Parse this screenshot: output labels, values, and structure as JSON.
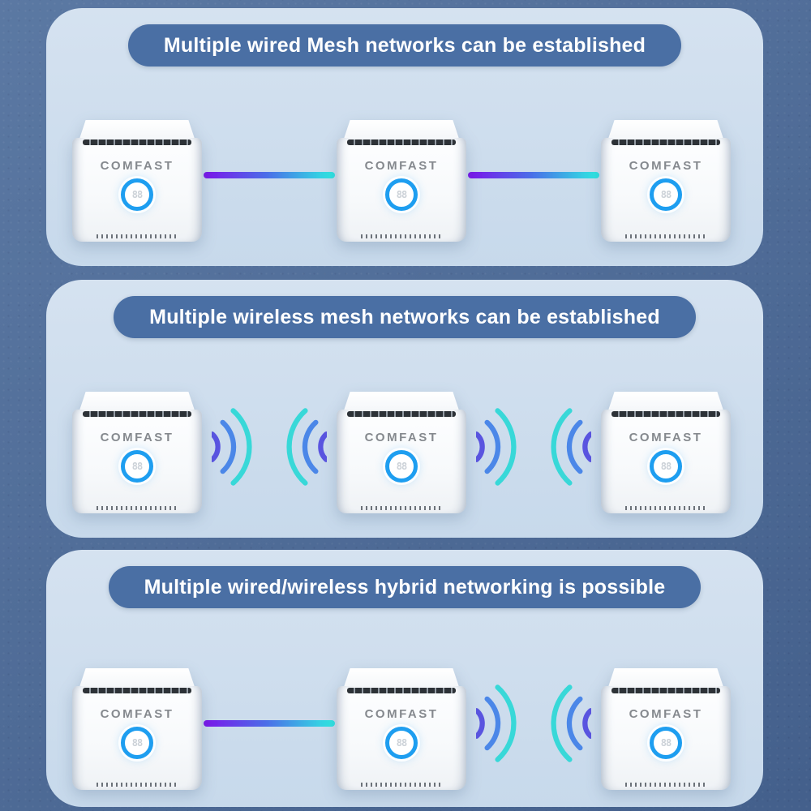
{
  "colors": {
    "outer-bg": "#4d6d9b",
    "panel-top": "#d5e2f0",
    "panel-bottom": "#c7d9eb",
    "pill-bg": "#4a6fa4",
    "pill-text": "#ffffff",
    "wire-start": "#7a18ea",
    "wire-mid": "#4b6ee8",
    "wire-end": "#31e2e2",
    "wave-inner": "#5a55e0",
    "wave-mid": "#4b87e8",
    "wave-outer": "#38d8d8",
    "led-ring": "#1e9ef0",
    "brand-color": "#85898e"
  },
  "router": {
    "brand": "COMFAST",
    "led": "88"
  },
  "panels": [
    {
      "title": "Multiple wired Mesh networks can be established",
      "devices": 3,
      "connections": [
        "wired",
        "wired"
      ]
    },
    {
      "title": "Multiple wireless mesh networks can be established",
      "devices": 3,
      "connections": [
        "wireless",
        "wireless"
      ]
    },
    {
      "title": "Multiple wired/wireless hybrid networking is possible",
      "devices": 3,
      "connections": [
        "wired",
        "wireless"
      ]
    }
  ]
}
